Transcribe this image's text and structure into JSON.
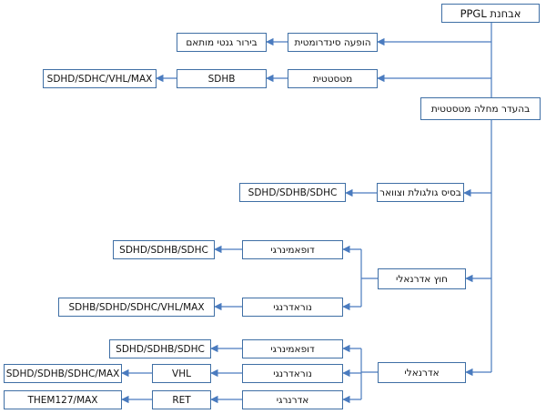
{
  "nodes": {
    "root": "אבחנת PPGL",
    "syndromic": "הופעה סינדרומטית",
    "genetic_test": "בירור גנטי מותאם",
    "metastatic": "מטסטטית",
    "sdhb": "SDHB",
    "metastatic_genes": "SDHD/SDHC/VHL/MAX",
    "no_metastatic": "בהעדר מחלה מטסטטית",
    "skull_neck": "בסיס גולגולת וצוואר",
    "skull_neck_genes": "SDHD/SDHB/SDHC",
    "extra_adrenal": "חוץ אדרנאלי",
    "ea_dopaminergic": "דופאמינרגי",
    "ea_dopaminergic_genes": "SDHD/SDHB/SDHC",
    "ea_noradrenergic": "נוראדרנגי",
    "ea_noradrenergic_genes": "SDHB/SDHD/SDHC/VHL/MAX",
    "adrenal": "אדרנאלי",
    "ad_dopaminergic": "דופאמינרגי",
    "ad_dopaminergic_genes": "SDHD/SDHB/SDHC",
    "ad_noradrenergic": "נוראדרנגי",
    "vhl": "VHL",
    "ad_noradrenergic_genes": "SDHD/SDHB/SDHC/MAX",
    "ad_adrenergic": "אדרנרגי",
    "ret": "RET",
    "ad_adrenergic_genes": "THEM127/MAX"
  },
  "colors": {
    "border": "#3f6fa5",
    "line": "#4a7bbf"
  }
}
